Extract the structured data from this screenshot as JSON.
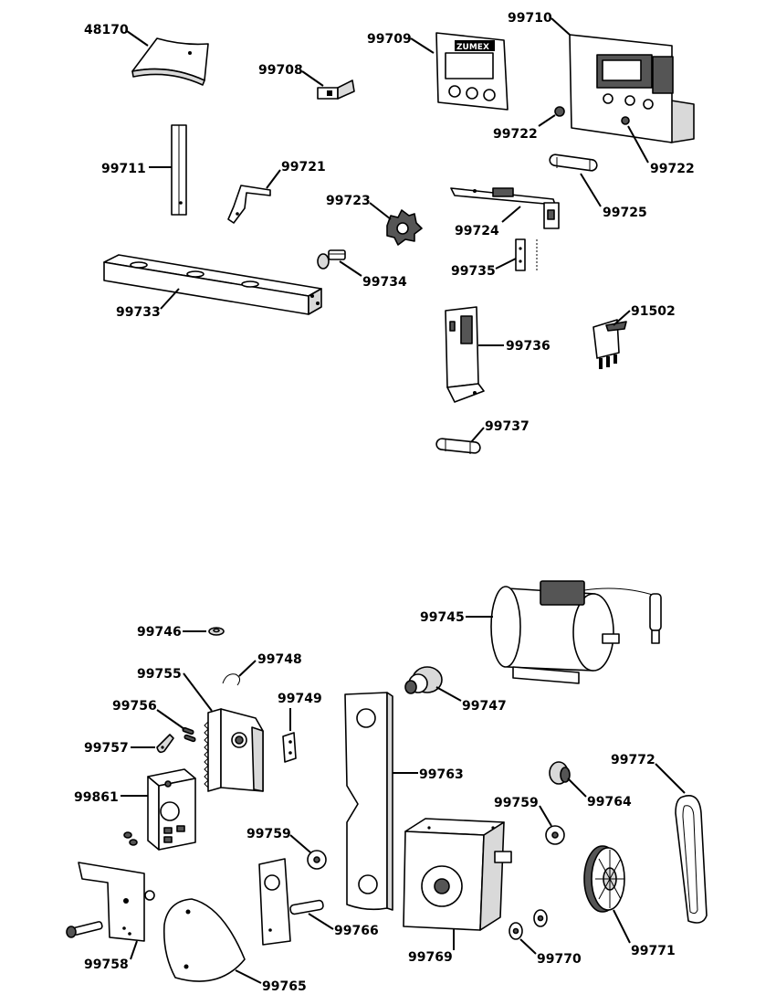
{
  "diagram": {
    "type": "exploded-parts-diagram",
    "brand_text": "ZUMEX",
    "part_labels": [
      "48170",
      "99708",
      "99709",
      "99710",
      "99722",
      "99722",
      "99711",
      "99721",
      "99723",
      "99724",
      "99725",
      "99735",
      "99733",
      "99734",
      "99736",
      "91502",
      "99737",
      "99746",
      "99745",
      "99748",
      "99755",
      "99747",
      "99756",
      "99749",
      "99757",
      "99763",
      "99861",
      "99759",
      "99764",
      "99772",
      "99759",
      "99766",
      "99758",
      "99765",
      "99769",
      "99770",
      "99771"
    ]
  }
}
